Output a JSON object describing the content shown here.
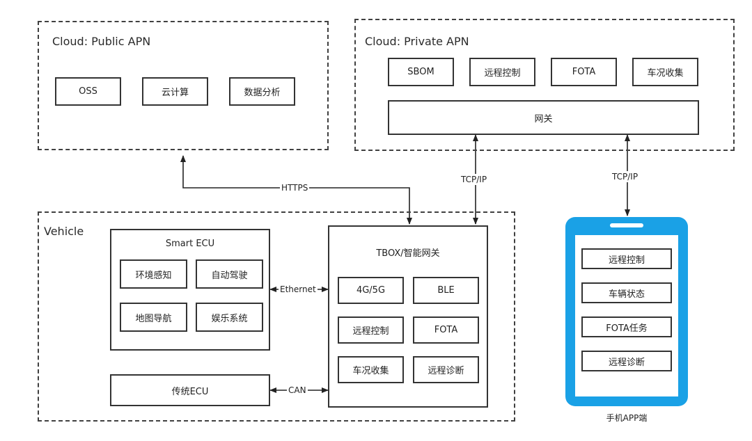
{
  "cloud_public": {
    "title": "Cloud: Public APN",
    "modules": [
      "OSS",
      "云计算",
      "数据分析"
    ]
  },
  "cloud_private": {
    "title": "Cloud: Private APN",
    "modules": [
      "SBOM",
      "远程控制",
      "FOTA",
      "车况收集"
    ],
    "gateway": "网关"
  },
  "vehicle": {
    "title": "Vehicle",
    "smart_ecu": {
      "title": "Smart ECU",
      "modules": [
        "环境感知",
        "自动驾驶",
        "地图导航",
        "娱乐系统"
      ]
    },
    "legacy_ecu": "传统ECU",
    "tbox": {
      "title": "TBOX/智能网关",
      "modules": [
        "4G/5G",
        "BLE",
        "远程控制",
        "FOTA",
        "车况收集",
        "远程诊断"
      ]
    }
  },
  "links": {
    "https": "HTTPS",
    "tcpip_tbox": "TCP/IP",
    "tcpip_app": "TCP/IP",
    "ethernet": "Ethernet",
    "can": "CAN"
  },
  "phone_app": {
    "caption": "手机APP端",
    "buttons": [
      "远程控制",
      "车辆状态",
      "FOTA任务",
      "远程诊断"
    ]
  },
  "colors": {
    "phone_body": "#1aa1e6",
    "border": "#333333"
  }
}
